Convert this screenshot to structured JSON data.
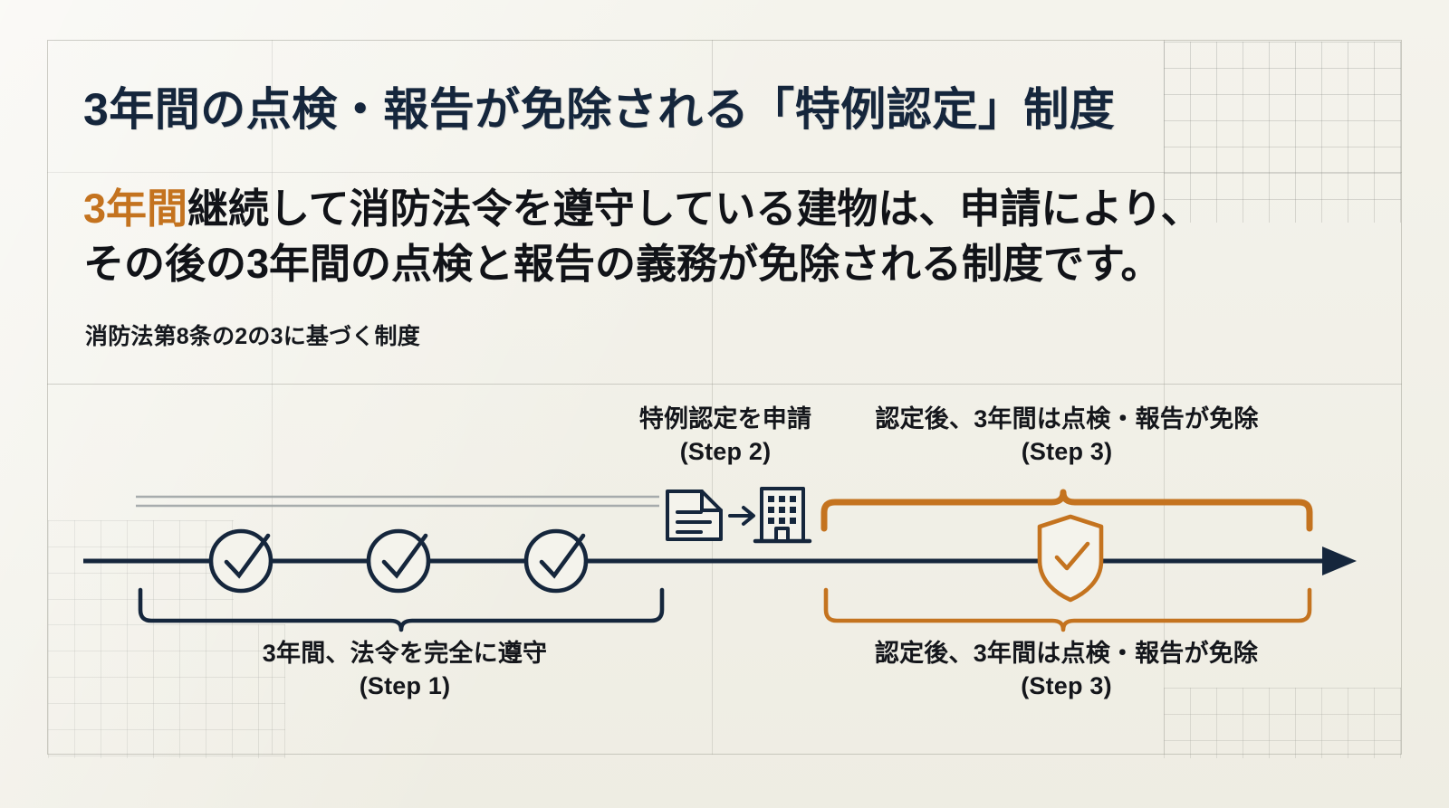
{
  "slide": {
    "headline": "3年間の点検・報告が免除される「特例認定」制度",
    "lead_highlight": "3年間",
    "lead_rest_line1": "継続して消防法令を遵守している建物は、申請により、",
    "lead_line2": "その後の3年間の点検と報告の義務が免除される制度です。",
    "subnote": "消防法第8条の2の3に基づく制度"
  },
  "diagram": {
    "labels": {
      "step2_top": "特例認定を申請\n(Step 2)",
      "step3_top": "認定後、3年間は点検・報告が免除\n(Step 3)",
      "step1_bottom": "3年間、法令を完全に遵守\n(Step 1)",
      "step3_bottom": "認定後、3年間は点検・報告が免除\n(Step 3)"
    },
    "icons": {
      "check1": "check-circle-icon",
      "check2": "check-circle-icon",
      "check3": "check-circle-icon",
      "document": "document-icon",
      "arrow": "arrow-right-icon",
      "building": "building-icon",
      "shield": "shield-check-icon",
      "timeline_arrow": "timeline-arrow-icon",
      "brace_step1": "brace-down-icon",
      "brace_step3_top": "brace-up-icon",
      "brace_step3_bottom": "brace-down-icon"
    }
  },
  "colors": {
    "background": "#f4f3ec",
    "ink": "#15263c",
    "text": "#111318",
    "accent_orange": "#c4731f",
    "grid": "#8a8c85"
  }
}
